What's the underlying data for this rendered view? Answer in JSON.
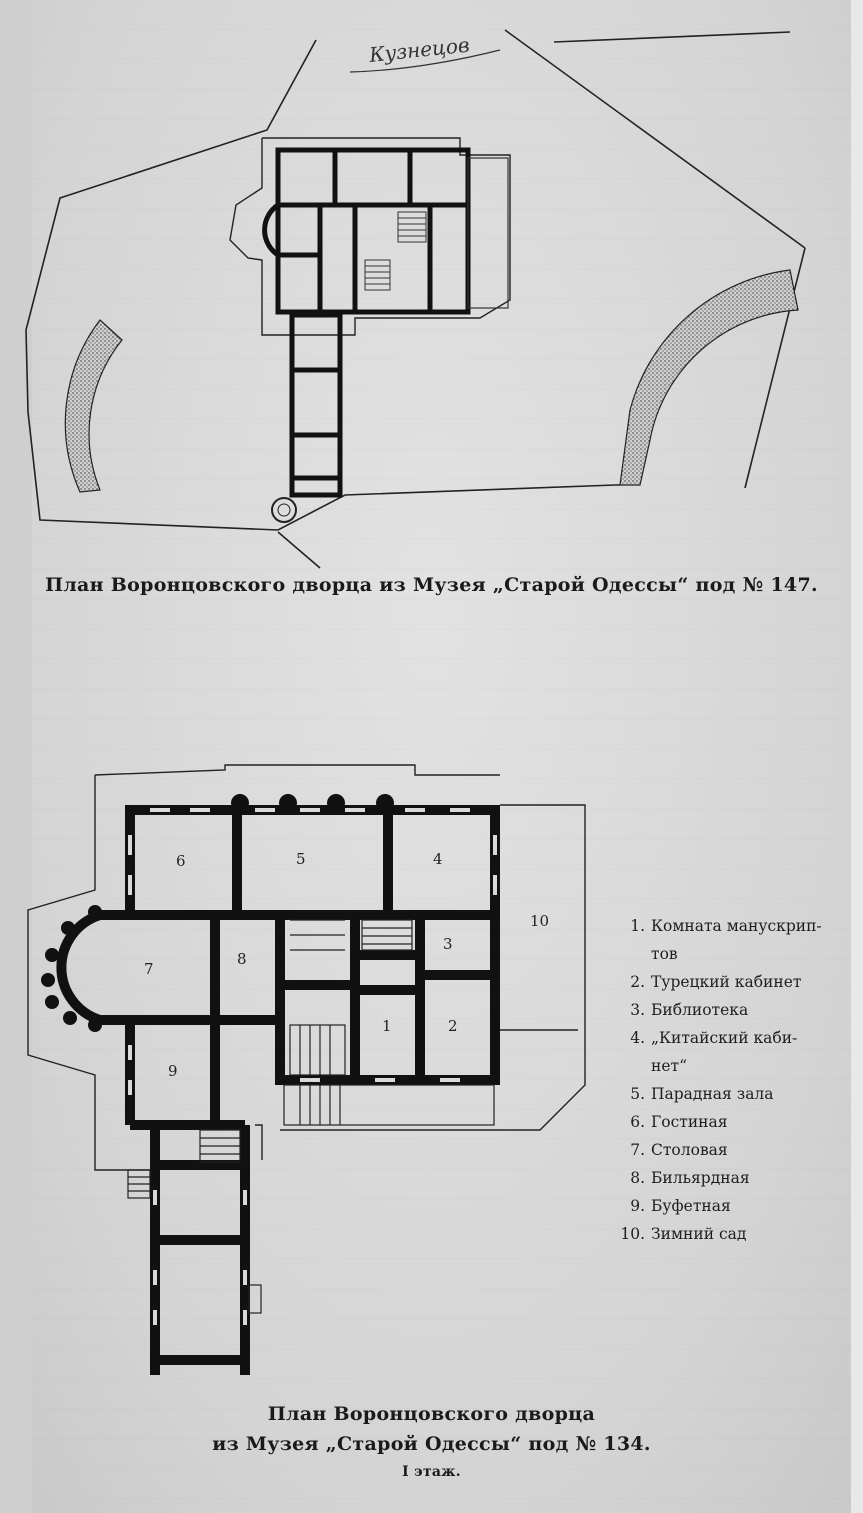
{
  "signature": "Кузнецов",
  "caption_top": "План Воронцовского дворца из Музея „Старой Одессы“ под № 147.",
  "caption_bottom_line1": "План Воронцовского дворца",
  "caption_bottom_line2": "из Музея „Старой Одессы“ под № 134.",
  "floor_label": "I этаж.",
  "room_numbers": [
    "1",
    "2",
    "3",
    "4",
    "5",
    "6",
    "7",
    "8",
    "9",
    "10"
  ],
  "legend": [
    {
      "num": "1.",
      "text": "Комната манускрип-",
      "cont": "тов"
    },
    {
      "num": "2.",
      "text": "Турецкий кабинет"
    },
    {
      "num": "3.",
      "text": "Библиотека"
    },
    {
      "num": "4.",
      "text": "„Китайский каби-",
      "cont": "нет“"
    },
    {
      "num": "5.",
      "text": "Парадная зала"
    },
    {
      "num": "6.",
      "text": "Гостиная"
    },
    {
      "num": "7.",
      "text": "Столовая"
    },
    {
      "num": "8.",
      "text": "Бильярдная"
    },
    {
      "num": "9.",
      "text": "Буфетная"
    },
    {
      "num": "10.",
      "text": "Зимний сад"
    }
  ]
}
